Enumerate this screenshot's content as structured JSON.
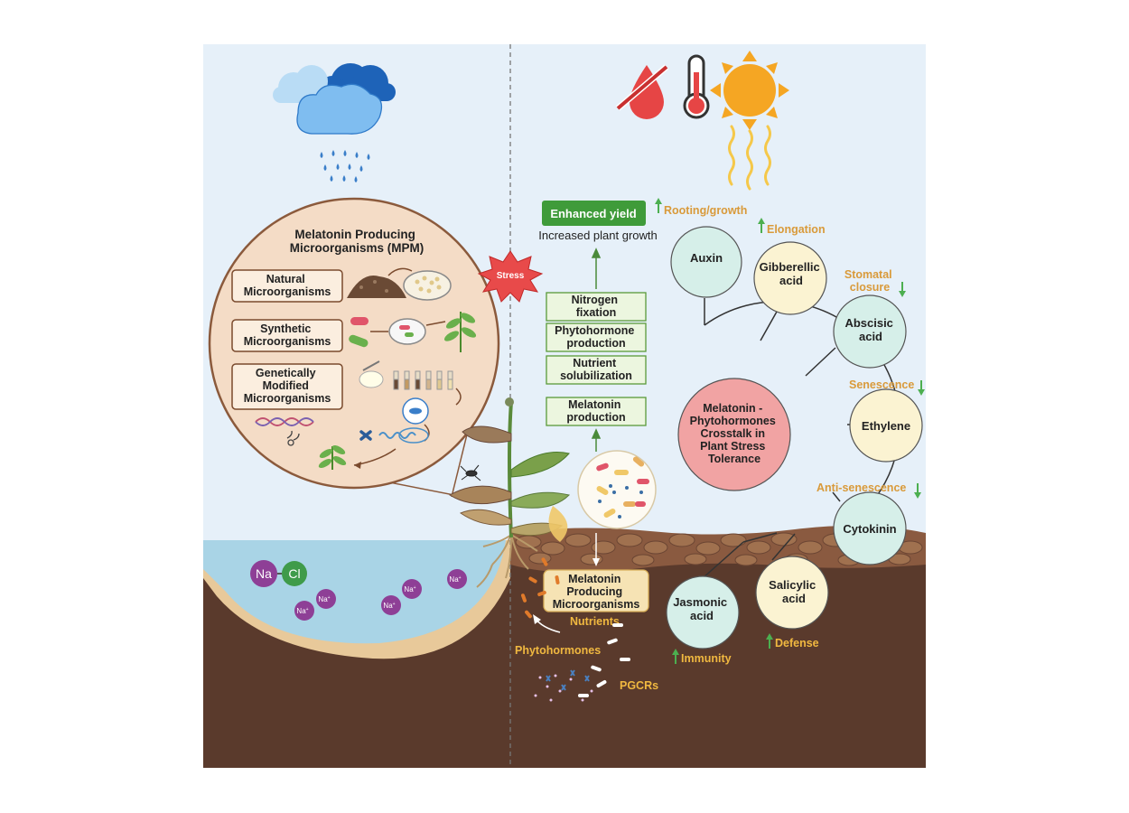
{
  "mpm": {
    "title": [
      "Melatonin Producing",
      "Microorganisms (MPM)"
    ],
    "boxes": [
      [
        "Natural",
        "Microorganisms"
      ],
      [
        "Synthetic",
        "Microorganisms"
      ],
      [
        "Genetically",
        "Modified",
        "Microorganisms"
      ]
    ]
  },
  "salt": {
    "na": "Na",
    "cl": "Cl",
    "ion": "Na",
    "ion_sup": "+"
  },
  "stress": "Stress",
  "yield_label": "Enhanced yield",
  "growth_label": "Increased plant growth",
  "flow_steps": [
    [
      "Nitrogen",
      "fixation"
    ],
    [
      "Phytohormone",
      "production"
    ],
    [
      "Nutrient",
      "solubilization"
    ],
    [
      "Melatonin",
      "production"
    ]
  ],
  "soil": {
    "mpm_box": [
      "Melatonin",
      "Producing",
      "Microorganisms"
    ],
    "nutrients": "Nutrients",
    "phytohormones": "Phytohormones",
    "pgcrs": "PGCRs"
  },
  "center": [
    "Melatonin -",
    "Phytohormones",
    "Crosstalk in",
    "Plant Stress",
    "Tolerance"
  ],
  "hormones": {
    "auxin": {
      "name": [
        "Auxin"
      ],
      "effect": [
        "Rooting/growth"
      ],
      "arrow": "up"
    },
    "gibberellic": {
      "name": [
        "Gibberellic",
        "acid"
      ],
      "effect": [
        "Elongation"
      ],
      "arrow": "up"
    },
    "abscisic": {
      "name": [
        "Abscisic",
        "acid"
      ],
      "effect": [
        "Stomatal",
        "closure"
      ],
      "arrow": "down"
    },
    "ethylene": {
      "name": [
        "Ethylene"
      ],
      "effect": [
        "Senescence"
      ],
      "arrow": "down"
    },
    "cytokinin": {
      "name": [
        "Cytokinin"
      ],
      "effect": [
        "Anti-senescence"
      ],
      "arrow": "down"
    },
    "salicylic": {
      "name": [
        "Salicylic",
        "acid"
      ],
      "effect": [
        "Defense"
      ],
      "arrow": "up"
    },
    "jasmonic": {
      "name": [
        "Jasmonic",
        "acid"
      ],
      "effect": [
        "Immunity"
      ],
      "arrow": "up"
    }
  },
  "colors": {
    "sky": "#e6f0f9",
    "soil_dark": "#5a3a2c",
    "soil_light": "#9b6a4e",
    "water": "#a9d4e6",
    "yield_green": "#3f9b3a",
    "flow_box": "#ecf6df",
    "center_circle": "#f1a3a3",
    "teal_circle": "#d6efe9",
    "cream_circle": "#fbf3d2",
    "effect_text": "#d99a3a",
    "arrow_green": "#4caf50",
    "mpm_circle": "#f4dcc6",
    "stress_red": "#e84a4a",
    "sun": "#f5a623",
    "na_purple": "#8e3f96",
    "cl_green": "#3f9b4a"
  }
}
